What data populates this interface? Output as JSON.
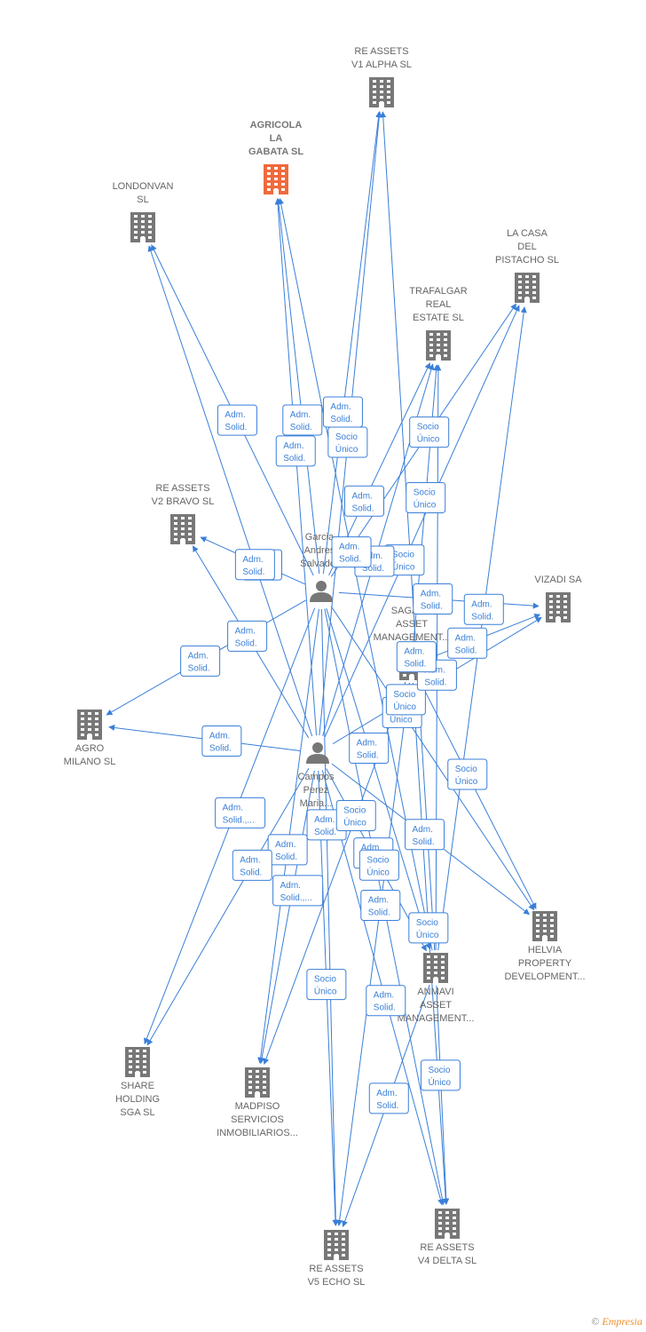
{
  "colors": {
    "edge": "#3a7fd8",
    "building": "#777777",
    "building_focus": "#f06a3c",
    "person": "#777777"
  },
  "companies": [
    {
      "id": "re_assets_v1",
      "lines": [
        "RE ASSETS",
        "V1 ALPHA  SL"
      ],
      "icon": "building-icon",
      "focus": false
    },
    {
      "id": "agricola",
      "lines": [
        "AGRICOLA",
        "LA",
        "GABATA  SL"
      ],
      "icon": "building-icon",
      "focus": true
    },
    {
      "id": "londonvan",
      "lines": [
        "LONDONVAN",
        "SL"
      ],
      "icon": "building-icon",
      "focus": false
    },
    {
      "id": "la_casa",
      "lines": [
        "LA CASA",
        "DEL",
        "PISTACHO  SL"
      ],
      "icon": "building-icon",
      "focus": false
    },
    {
      "id": "trafalgar",
      "lines": [
        "TRAFALGAR",
        "REAL",
        "ESTATE  SL"
      ],
      "icon": "building-icon",
      "focus": false
    },
    {
      "id": "re_assets_v2",
      "lines": [
        "RE ASSETS",
        "V2 BRAVO  SL"
      ],
      "icon": "building-icon",
      "focus": false
    },
    {
      "id": "vizadi",
      "lines": [
        "VIZADI SA"
      ],
      "icon": "building-icon",
      "focus": false
    },
    {
      "id": "sagand",
      "lines": [
        "SAGAND",
        "ASSET",
        "MANAGEMENT..."
      ],
      "icon": "building-icon",
      "focus": false
    },
    {
      "id": "agro_milano",
      "lines": [
        "AGRO",
        "MILANO  SL"
      ],
      "icon": "building-icon",
      "focus": false
    },
    {
      "id": "helvia",
      "lines": [
        "HELVIA",
        "PROPERTY",
        "DEVELOPMENT..."
      ],
      "icon": "building-icon",
      "focus": false
    },
    {
      "id": "anmavi",
      "lines": [
        "ANMAVI",
        "ASSET",
        "MANAGEMENT..."
      ],
      "icon": "building-icon",
      "focus": false
    },
    {
      "id": "share_holding",
      "lines": [
        "SHARE",
        "HOLDING",
        "SGA  SL"
      ],
      "icon": "building-icon",
      "focus": false
    },
    {
      "id": "madpiso",
      "lines": [
        "MADPISO",
        "SERVICIOS",
        "INMOBILIARIOS..."
      ],
      "icon": "building-icon",
      "focus": false
    },
    {
      "id": "re_assets_v5",
      "lines": [
        "RE ASSETS",
        "V5 ECHO  SL"
      ],
      "icon": "building-icon",
      "focus": false
    },
    {
      "id": "re_assets_v4",
      "lines": [
        "RE ASSETS",
        "V4 DELTA  SL"
      ],
      "icon": "building-icon",
      "focus": false
    }
  ],
  "persons": [
    {
      "id": "garcia",
      "lines": [
        "Garcia",
        "Andres",
        "Salvador"
      ],
      "icon": "person-icon"
    },
    {
      "id": "campos",
      "lines": [
        "Campos",
        "Perez",
        "Maria..."
      ],
      "icon": "person-icon"
    }
  ],
  "edges": [
    {
      "from": "garcia",
      "to": "re_assets_v1",
      "label": [
        "Adm.",
        "Solid."
      ]
    },
    {
      "from": "garcia",
      "to": "agricola",
      "label": [
        "Adm.",
        "Solid."
      ]
    },
    {
      "from": "garcia",
      "to": "londonvan",
      "label": [
        "Adm.",
        "Solid."
      ]
    },
    {
      "from": "garcia",
      "to": "la_casa",
      "label": [
        "Socio",
        "Único"
      ]
    },
    {
      "from": "garcia",
      "to": "trafalgar",
      "label": [
        "Adm.",
        "Solid."
      ]
    },
    {
      "from": "garcia",
      "to": "re_assets_v2",
      "label": [
        "Adm.",
        "Solid."
      ]
    },
    {
      "from": "garcia",
      "to": "vizadi",
      "label": [
        "Adm.",
        "Solid."
      ]
    },
    {
      "from": "garcia",
      "to": "agro_milano",
      "label": [
        "Adm.",
        "Solid."
      ]
    },
    {
      "from": "garcia",
      "to": "helvia",
      "label": [
        "Socio",
        "Único"
      ]
    },
    {
      "from": "garcia",
      "to": "anmavi",
      "label": [
        "Adm.",
        "Solid."
      ]
    },
    {
      "from": "garcia",
      "to": "share_holding",
      "label": [
        "Adm.",
        "Solid.,..."
      ]
    },
    {
      "from": "garcia",
      "to": "madpiso",
      "label": [
        "Adm.",
        "Solid."
      ]
    },
    {
      "from": "garcia",
      "to": "re_assets_v5",
      "label": [
        "Adm.",
        "Solid."
      ]
    },
    {
      "from": "garcia",
      "to": "re_assets_v4",
      "label": [
        "Adm.",
        "Solid."
      ]
    },
    {
      "from": "campos",
      "to": "re_assets_v1",
      "label": [
        "Socio",
        "Único"
      ]
    },
    {
      "from": "campos",
      "to": "agricola",
      "label": [
        "Adm.",
        "Solid."
      ]
    },
    {
      "from": "campos",
      "to": "londonvan",
      "label": [
        "Adm.",
        "Solid."
      ]
    },
    {
      "from": "campos",
      "to": "la_casa",
      "label": [
        "Socio",
        "Único"
      ]
    },
    {
      "from": "campos",
      "to": "trafalgar",
      "label": [
        "Adm.",
        "Solid."
      ]
    },
    {
      "from": "campos",
      "to": "re_assets_v2",
      "label": [
        "Adm.",
        "Solid."
      ]
    },
    {
      "from": "campos",
      "to": "vizadi",
      "label": [
        "Socio",
        "Único"
      ]
    },
    {
      "from": "campos",
      "to": "agro_milano",
      "label": [
        "Adm.",
        "Solid."
      ]
    },
    {
      "from": "campos",
      "to": "helvia",
      "label": [
        "Adm.",
        "Solid."
      ]
    },
    {
      "from": "campos",
      "to": "anmavi",
      "label": [
        "Socio",
        "Único"
      ]
    },
    {
      "from": "campos",
      "to": "share_holding",
      "label": [
        "Adm.",
        "Solid."
      ]
    },
    {
      "from": "campos",
      "to": "madpiso",
      "label": [
        "Adm.",
        "Solid.,..."
      ]
    },
    {
      "from": "campos",
      "to": "re_assets_v5",
      "label": [
        "Socio",
        "Único"
      ]
    },
    {
      "from": "campos",
      "to": "re_assets_v4",
      "label": [
        "Adm.",
        "Solid."
      ]
    },
    {
      "from": "sagand",
      "to": "madpiso",
      "label": [
        "Socio",
        "Único"
      ]
    },
    {
      "from": "sagand",
      "to": "re_assets_v5",
      "label": [
        "Adm.",
        "Solid."
      ]
    },
    {
      "from": "sagand",
      "to": "re_assets_v4",
      "label": [
        "Socio",
        "Único"
      ]
    },
    {
      "from": "sagand",
      "to": "trafalgar",
      "label": [
        "Socio",
        "Único"
      ]
    },
    {
      "from": "sagand",
      "to": "vizadi",
      "label": [
        "Adm.",
        "Solid."
      ]
    },
    {
      "from": "sagand",
      "to": "helvia",
      "label": [
        "Socio",
        "Único"
      ]
    },
    {
      "from": "anmavi",
      "to": "trafalgar",
      "label": [
        "Adm.",
        "Solid."
      ]
    },
    {
      "from": "anmavi",
      "to": "la_casa",
      "label": [
        "Adm.",
        "Solid."
      ]
    },
    {
      "from": "anmavi",
      "to": "re_assets_v1",
      "label": [
        "Adm.",
        "Solid."
      ]
    },
    {
      "from": "anmavi",
      "to": "re_assets_v4",
      "label": [
        "Socio",
        "Único"
      ]
    },
    {
      "from": "anmavi",
      "to": "re_assets_v5",
      "label": [
        "Adm.",
        "Solid."
      ]
    },
    {
      "from": "anmavi",
      "to": "agricola",
      "label": [
        "Adm.",
        "Solid."
      ]
    }
  ],
  "footer": {
    "copyright": "©",
    "brand": "Empresia"
  }
}
